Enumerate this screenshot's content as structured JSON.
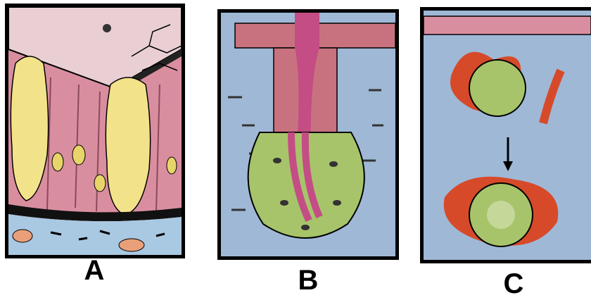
{
  "panels": [
    {
      "label": "A"
    },
    {
      "label": "B"
    },
    {
      "label": "C"
    }
  ],
  "colors": {
    "border": "#000000",
    "epithelium_pink": "#d98ea0",
    "goblet_yellow": "#f2e28a",
    "basement_blue": "#a9c8e2",
    "stroma_blue": "#9fb8d6",
    "acinus_green": "#a7c46a",
    "lumen_magenta": "#c44d85",
    "vessel_red": "#d64a2a"
  }
}
